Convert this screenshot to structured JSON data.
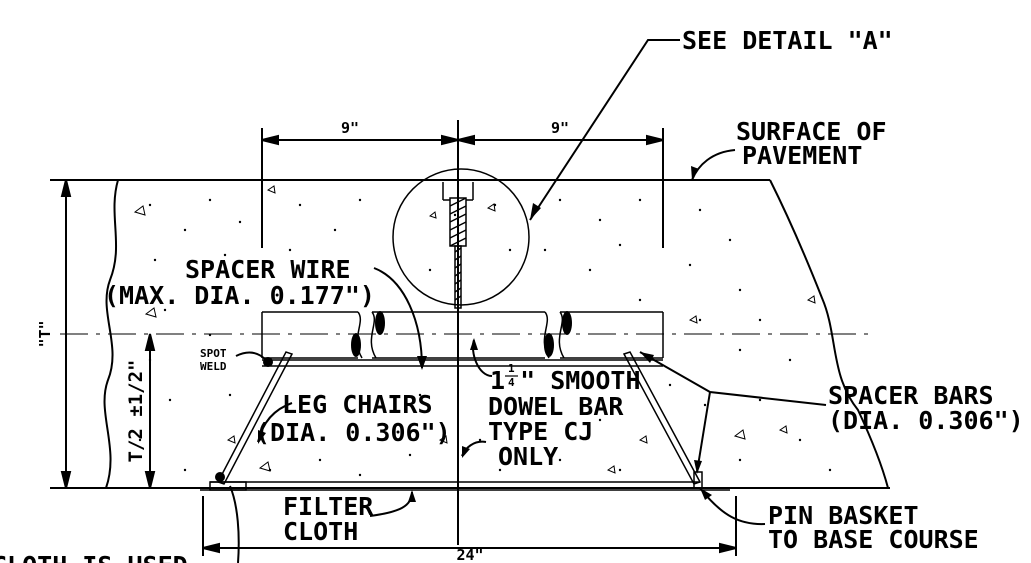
{
  "labels": {
    "see_detail": "SEE DETAIL \"A\"",
    "surface_line1": "SURFACE OF",
    "surface_line2": "PAVEMENT",
    "spacer_wire_line1": "SPACER WIRE",
    "spacer_wire_line2": "(MAX. DIA. 0.177\")",
    "spot_weld_line1": "SPOT",
    "spot_weld_line2": "WELD",
    "leg_chairs_line1": "LEG CHAIRS",
    "leg_chairs_line2": "(DIA. 0.306\")",
    "smooth_fraction_num": "1",
    "smooth_fraction_den": "4",
    "smooth_line1": "1   \" SMOOTH",
    "dowel_line2": "DOWEL BAR",
    "type_line3": "TYPE CJ",
    "only_line4": "ONLY",
    "spacer_bars_line1": "SPACER BARS",
    "spacer_bars_line2": "(DIA. 0.306\")",
    "filter_line1": "FILTER",
    "filter_line2": "CLOTH",
    "pin_basket_line1": "PIN BASKET",
    "pin_basket_line2": "TO BASE COURSE",
    "bottom_partial": "CLOTH IS USED"
  },
  "dimensions": {
    "left_spacing": "9\"",
    "right_spacing": "9\"",
    "basket_width": "24\"",
    "thickness": "\"T\"",
    "half_thickness": "T/2 ±1/2\""
  },
  "colors": {
    "line": "#000000",
    "background": "#ffffff"
  }
}
